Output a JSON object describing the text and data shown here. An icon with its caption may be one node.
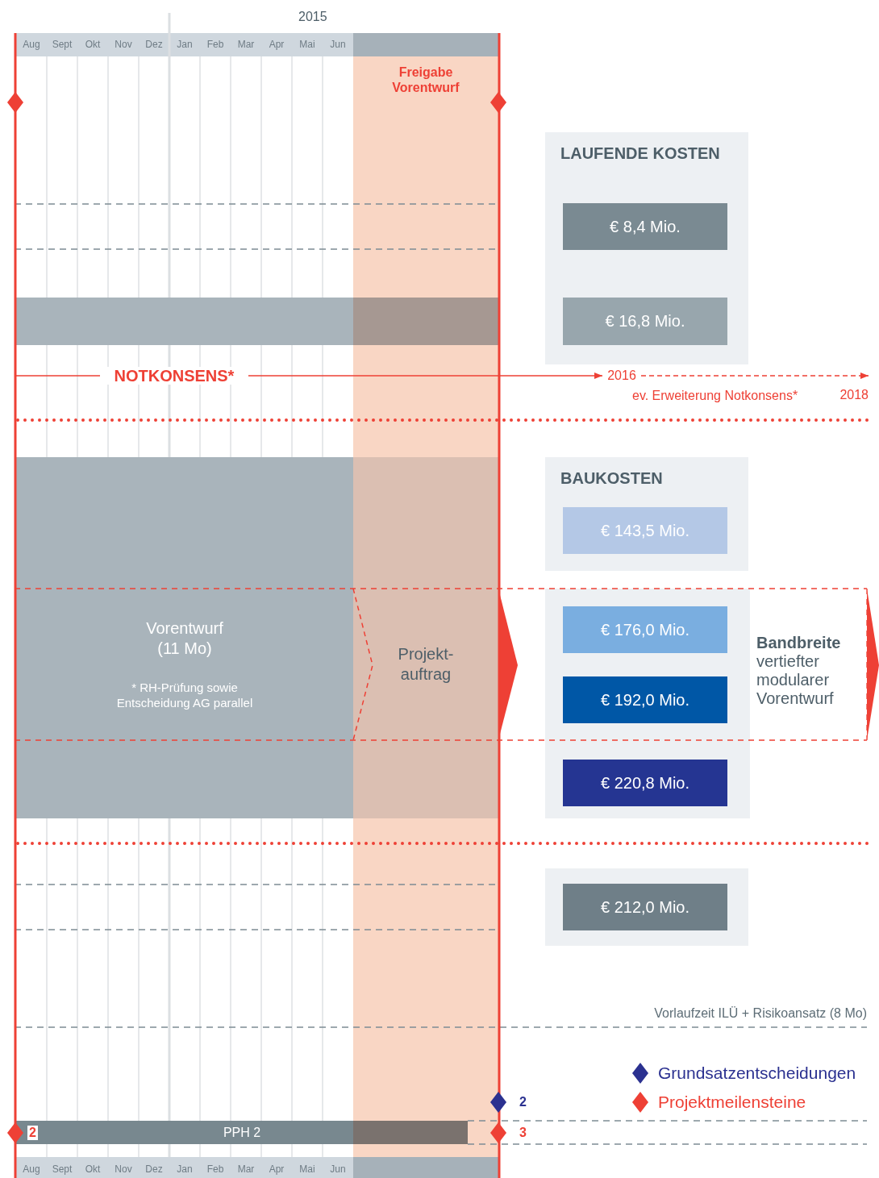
{
  "diagram": {
    "nodes": [
      {
        "text": [
          "Freigabe Vorentwurf"
        ]
      },
      {
        "text": [
          "LAUFENDE KOSTEN"
        ]
      },
      {
        "text": [
          "€ 8,4 Mio."
        ],
        "in": 1
      },
      {
        "text": [
          "€ 16,8 Mio."
        ],
        "in": 1
      },
      {
        "text": [
          "BAUKOSTEN"
        ]
      },
      {
        "text": [
          "€ 143,5 Mio."
        ],
        "in": 4
      },
      {
        "text": [
          "Vorentwurf (11 Mo)",
          "* RH-Prüfung sowie Entscheidung AG parallel"
        ]
      },
      {
        "text": [
          "Projekt- auftrag"
        ],
        "in": 0
      },
      {
        "text": [
          "€ 176,0 Mio."
        ]
      },
      {
        "text": [
          "€ 192,0 Mio."
        ]
      },
      {
        "text": [
          "€ 220,8 Mio."
        ]
      },
      {
        "text": [
          "€ 212,0 Mio."
        ]
      },
      {
        "text": [
          "PPH 2"
        ]
      },
      {
        "text": [
          "2016"
        ]
      },
      {
        "text": [
          "2018"
        ]
      }
    ],
    "edges": [
      {
        "from": null,
        "to": 13,
        "arrow": "to",
        "label": "NOTKONSENS*"
      },
      {
        "from": 13,
        "to": 14,
        "arrow": "to",
        "style": "dashed"
      }
    ],
    "labels": [
      "2015",
      "Aug",
      "Sept",
      "Okt",
      "Nov",
      "Dez",
      "Jan",
      "Feb",
      "Mar",
      "Apr",
      "Mai",
      "Jun",
      "ev. Erweiterung Notkonsens*",
      "**Bandbreite** vertiefter modularer Vorentwurf",
      "Vorlaufzeit ILÜ + Risikoansatz (8 Mo)",
      "2",
      "2",
      "3",
      "Aug",
      "Sept",
      "Okt",
      "Nov",
      "Dez",
      "Jan",
      "Feb",
      "Mar",
      "Apr",
      "Mai",
      "Jun"
    ],
    "legend": [
      {
        "text": "Grundsatzentscheidungen"
      },
      {
        "text": "Projektmeilensteine"
      }
    ]
  }
}
